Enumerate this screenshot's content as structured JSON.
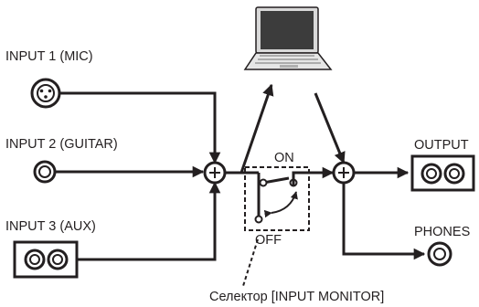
{
  "inputs": [
    {
      "label": "INPUT 1 (MIC)"
    },
    {
      "label": "INPUT 2 (GUITAR)"
    },
    {
      "label": "INPUT 3 (AUX)"
    }
  ],
  "switch": {
    "on_label": "ON",
    "off_label": "OFF"
  },
  "outputs": {
    "output_label": "OUTPUT",
    "phones_label": "PHONES"
  },
  "mixer_symbol": "+",
  "caption": "Селектор [INPUT MONITOR]",
  "colors": {
    "line": "#231f20",
    "background": "#ffffff",
    "screen": "#3c3c3c",
    "laptop_body": "#d9d9d9"
  }
}
